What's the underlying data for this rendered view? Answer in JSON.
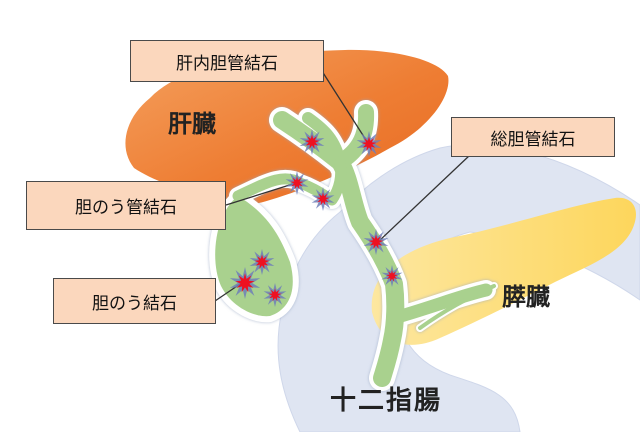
{
  "organs": {
    "liver": "肝臓",
    "pancreas": "膵臓",
    "duodenum": "十二指腸"
  },
  "callouts": {
    "intrahepatic": "肝内胆管結石",
    "common_bile_duct": "総胆管結石",
    "cystic_duct": "胆のう管結石",
    "gallbladder": "胆のう結石"
  },
  "colors": {
    "liver": "#ef7f36",
    "pancreas": "#fddc6c",
    "duodenum": "#dfe5f2",
    "bile_duct": "#a9d18e",
    "stone": "#ee1122",
    "callout_fill": "#fbd7bd"
  }
}
